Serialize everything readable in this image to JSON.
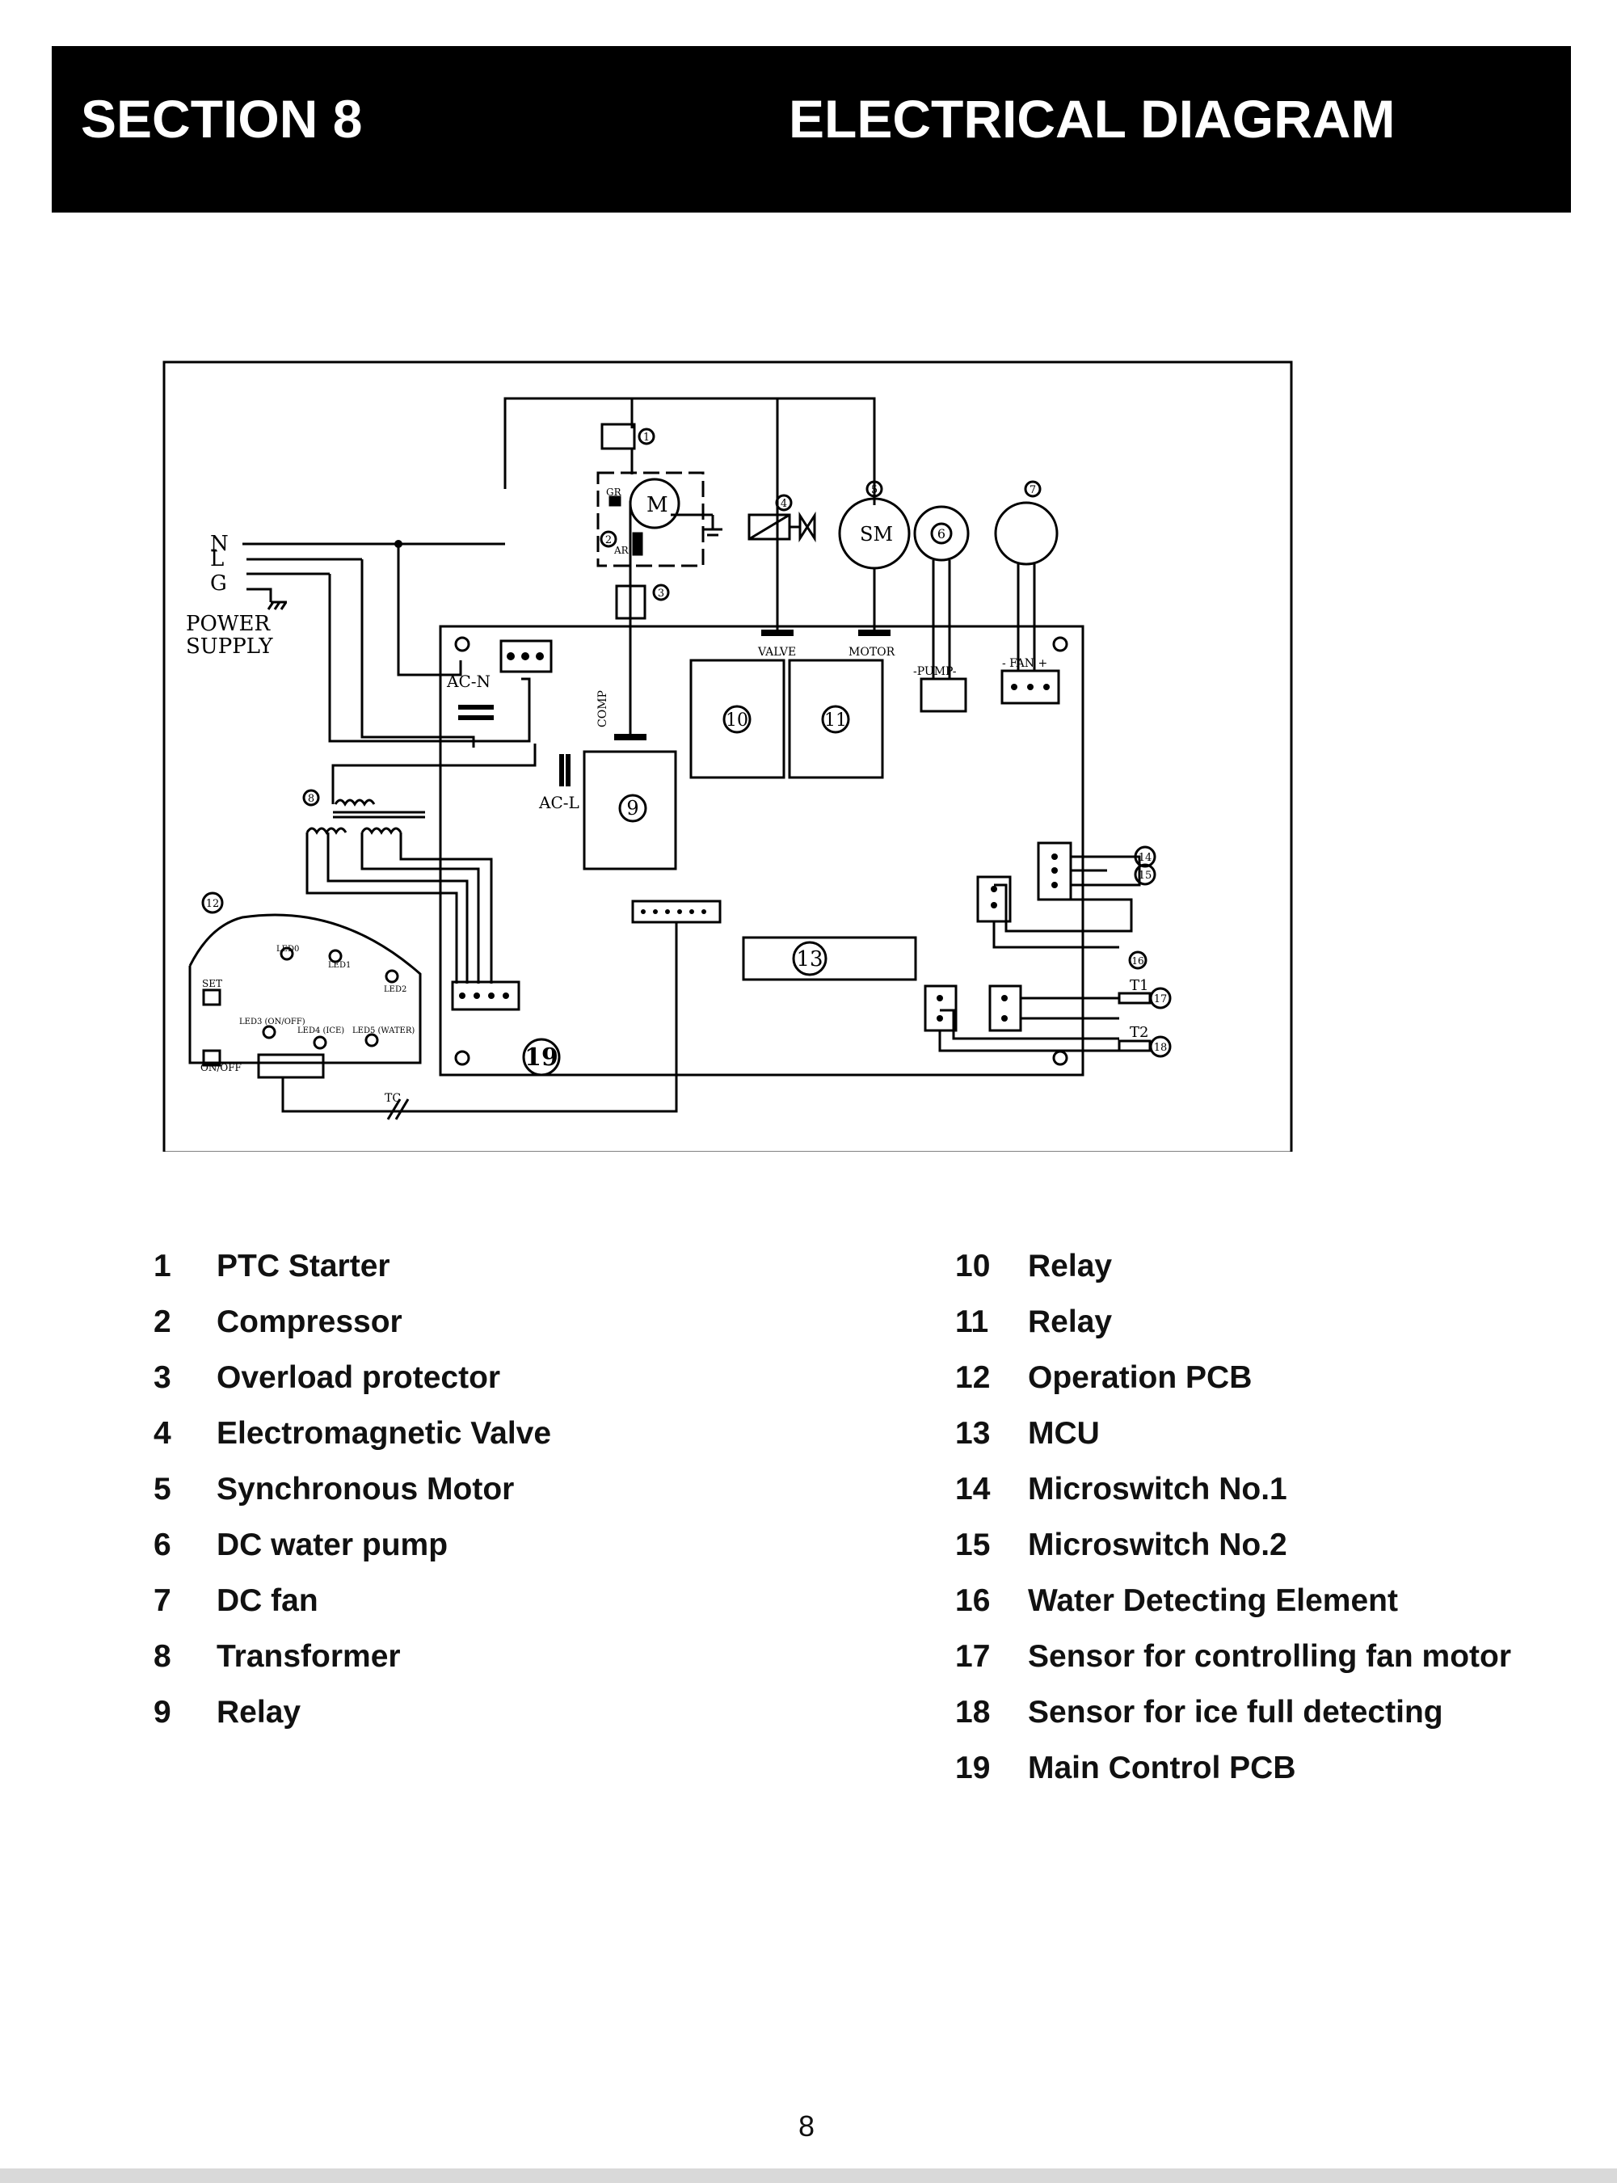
{
  "header": {
    "section": "SECTION 8",
    "title": "ELECTRICAL DIAGRAM"
  },
  "diagram": {
    "power_labels": [
      "N",
      "L",
      "G"
    ],
    "power_supply": [
      "POWER",
      "SUPPLY"
    ],
    "board_labels": {
      "acn": "AC-N",
      "acl": "AC-L",
      "comp": "COMP",
      "valve": "VALVE",
      "motor": "MOTOR",
      "pump": "-PUMP-",
      "fan": "- FAN +",
      "t1": "T1",
      "t2": "T2",
      "tc": "TC",
      "set": "SET",
      "onoff": "ON/OFF",
      "led": [
        "LED0",
        "LED1",
        "LED2",
        "LED3 (ON/OFF)",
        "LED4 (ICE)",
        "LED5 (WATER)"
      ],
      "motor_m": "M",
      "sm": "SM",
      "comp_gr": "GR",
      "comp_ar": "AR"
    },
    "callouts": [
      "1",
      "2",
      "3",
      "4",
      "5",
      "6",
      "7",
      "8",
      "9",
      "10",
      "11",
      "12",
      "13",
      "14",
      "15",
      "16",
      "17",
      "18",
      "19"
    ]
  },
  "legend_left": [
    {
      "num": "1",
      "label": "PTC Starter"
    },
    {
      "num": "2",
      "label": "Compressor"
    },
    {
      "num": "3",
      "label": "Overload protector"
    },
    {
      "num": "4",
      "label": "Electromagnetic Valve"
    },
    {
      "num": "5",
      "label": "Synchronous Motor"
    },
    {
      "num": "6",
      "label": "DC water pump"
    },
    {
      "num": "7",
      "label": "DC fan"
    },
    {
      "num": "8",
      "label": "Transformer"
    },
    {
      "num": "9",
      "label": "Relay"
    }
  ],
  "legend_right": [
    {
      "num": "10",
      "label": "Relay"
    },
    {
      "num": "11",
      "label": "Relay"
    },
    {
      "num": "12",
      "label": "Operation PCB"
    },
    {
      "num": "13",
      "label": "MCU"
    },
    {
      "num": "14",
      "label": "Microswitch No.1"
    },
    {
      "num": "15",
      "label": "Microswitch No.2"
    },
    {
      "num": "16",
      "label": "Water Detecting Element"
    },
    {
      "num": "17",
      "label": "Sensor for controlling fan motor"
    },
    {
      "num": "18",
      "label": "Sensor for ice full detecting"
    },
    {
      "num": "19",
      "label": "Main Control PCB"
    }
  ],
  "page_number": "8"
}
